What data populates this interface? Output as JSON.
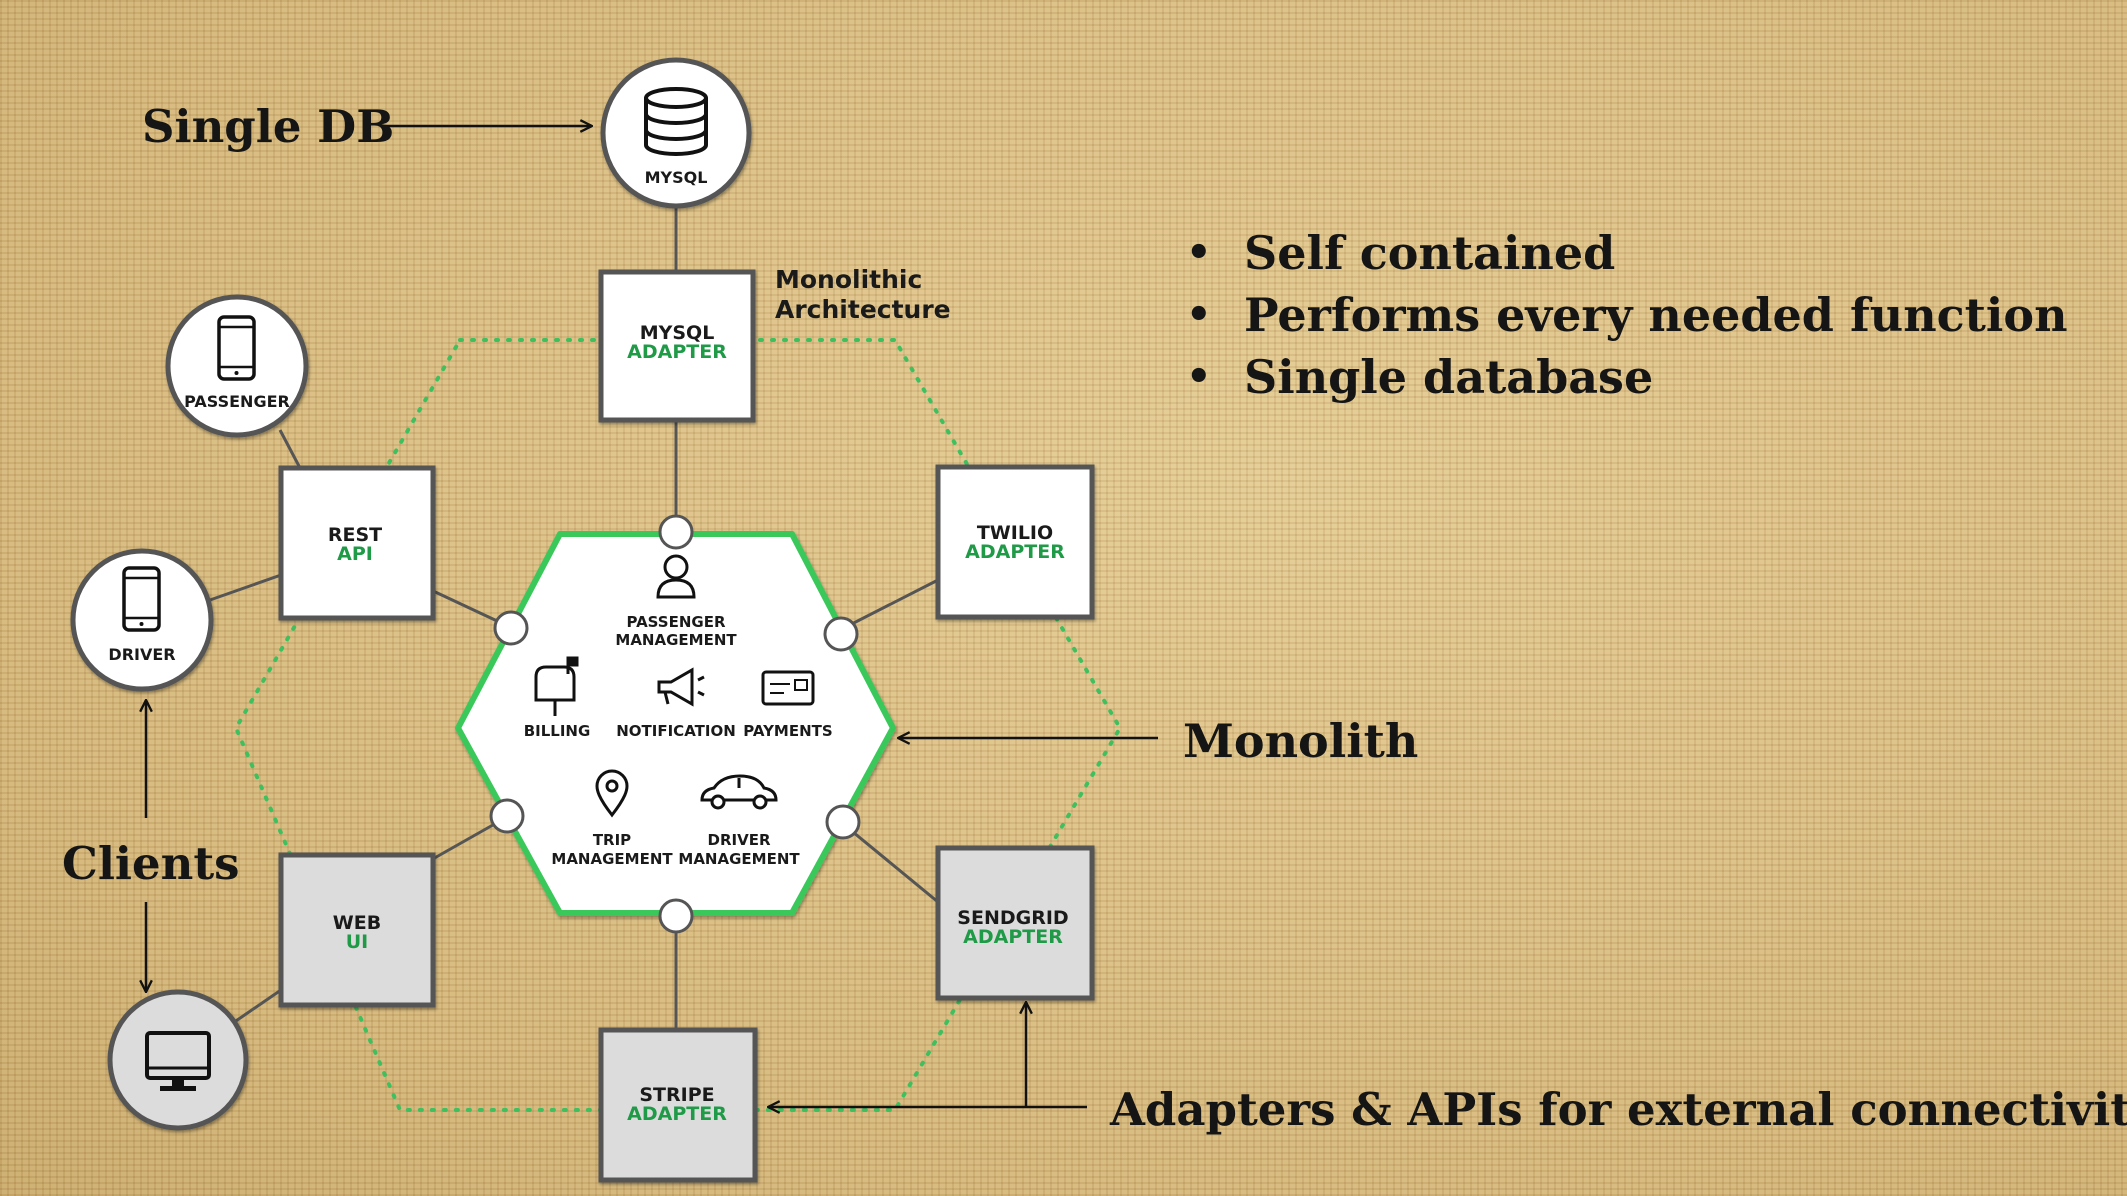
{
  "annotations": {
    "single_db": "Single DB",
    "clients": "Clients",
    "monolith": "Monolith",
    "adapters": "Adapters & APIs for external connectivity"
  },
  "bullets": [
    "Self contained",
    "Performs every needed function",
    "Single database"
  ],
  "architecture_label": [
    "Monolithic",
    "Architecture"
  ],
  "database": {
    "label": "MYSQL",
    "icon": "database-icon"
  },
  "clients": {
    "passenger": {
      "label": "PASSENGER",
      "icon": "phone-icon"
    },
    "driver": {
      "label": "DRIVER",
      "icon": "phone-icon"
    },
    "desktop": {
      "icon": "monitor-icon"
    }
  },
  "adapters": {
    "mysql": {
      "line1": "MYSQL",
      "line2": "ADAPTER"
    },
    "rest": {
      "line1": "REST",
      "line2": "API"
    },
    "twilio": {
      "line1": "TWILIO",
      "line2": "ADAPTER"
    },
    "web": {
      "line1": "WEB",
      "line2": "UI"
    },
    "sendgrid": {
      "line1": "SENDGRID",
      "line2": "ADAPTER"
    },
    "stripe": {
      "line1": "STRIPE",
      "line2": "ADAPTER"
    }
  },
  "modules": {
    "passenger": [
      "PASSENGER",
      "MANAGEMENT"
    ],
    "billing": "BILLING",
    "notification": "NOTIFICATION",
    "payments": "PAYMENTS",
    "trip": [
      "TRIP",
      "MANAGEMENT"
    ],
    "driver": [
      "DRIVER",
      "MANAGEMENT"
    ]
  },
  "colors": {
    "hexagon_border": "#3bc85a",
    "dotted_outline": "#3fbf5e",
    "adapter_accent": "#1f9a47",
    "background": "#d9bf85"
  }
}
